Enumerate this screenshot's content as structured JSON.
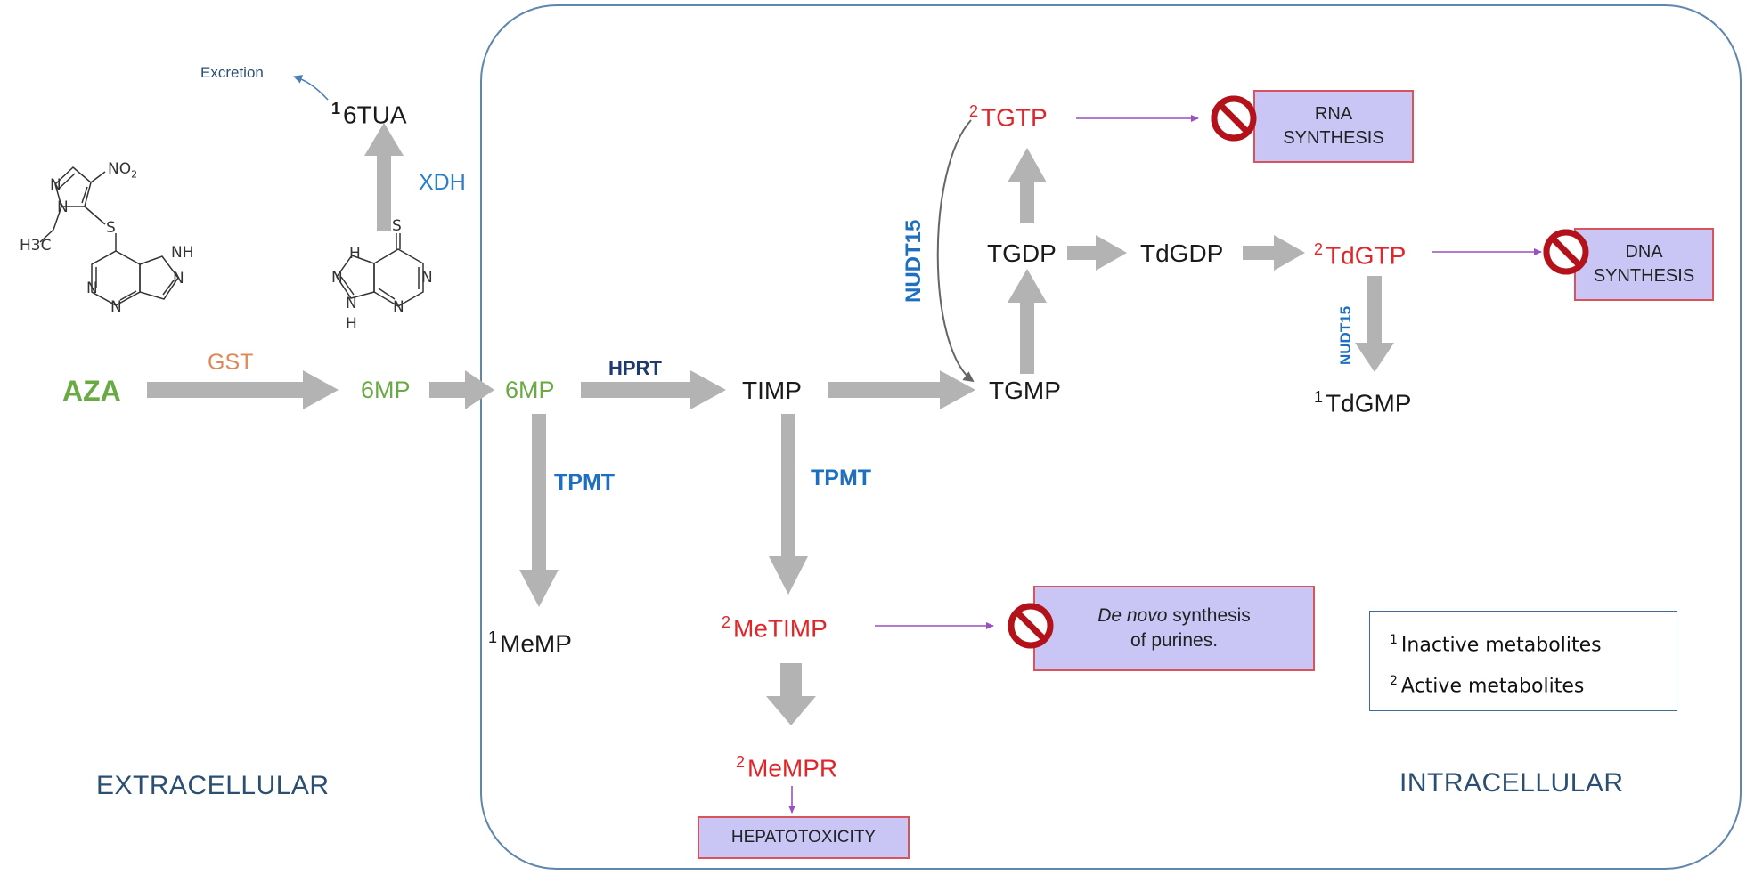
{
  "regions": {
    "extracellular": "EXTRACELLULAR",
    "intracellular": "INTRACELLULAR"
  },
  "structures": {
    "aza_no2": "NO2",
    "aza_h3c": "H3C",
    "aza_s": "S",
    "aza_nh": "NH",
    "aza_n": [
      "N",
      "N",
      "N",
      "N",
      "N"
    ],
    "mp_s": "S",
    "mp_h": "H",
    "mp_nh": "N",
    "mp_n": [
      "N",
      "N",
      "N",
      "N"
    ]
  },
  "metabolites": {
    "aza": "AZA",
    "mp6_out": "6MP",
    "mp6_in": "6MP",
    "tua6": "6TUA",
    "timp": "TIMP",
    "tgmp": "TGMP",
    "tgdp": "TGDP",
    "tgtp": "TGTP",
    "tdgdp": "TdGDP",
    "tdgtp": "TdGTP",
    "tdgmp": "TdGMP",
    "memp": "MeMP",
    "metimp": "MeTIMP",
    "mempr": "MeMPR"
  },
  "superscripts": {
    "tua6": "1",
    "tgtp": "2",
    "tdgtp": "2",
    "tdgmp": "1",
    "memp": "1",
    "metimp": "2",
    "mempr": "2"
  },
  "enzymes": {
    "gst": "GST",
    "xdh": "XDH",
    "hprt": "HPRT",
    "tpmt_1": "TPMT",
    "tpmt_2": "TPMT",
    "nudt15_1": "NUDT15",
    "nudt15_2": "NUDT15"
  },
  "excretion": "Excretion",
  "effects": {
    "rna": [
      "RNA",
      "SYNTHESIS"
    ],
    "dna": [
      "DNA",
      "SYNTHESIS"
    ],
    "denovo_italic": "De novo",
    "denovo_rest": " synthesis",
    "denovo_line2": "of purines.",
    "hepatotoxicity": "HEPATOTOXICITY"
  },
  "legend": {
    "line1_sup": "1",
    "line1": "Inactive metabolites",
    "line2_sup": "2",
    "line2": "Active metabolites"
  },
  "colors": {
    "active": "#e0262b",
    "green": "#6aaa45",
    "enzyme": "#2a7fc9",
    "arrow": "#b3b3b3",
    "effect_box": "#c9c5f5",
    "effect_border": "#d9535a",
    "inhibit": "#b3121a",
    "thin_arrow": "#9b4fc2",
    "cell": "#5f86ad"
  },
  "icons": {
    "inhibit": "no-entry-icon"
  }
}
